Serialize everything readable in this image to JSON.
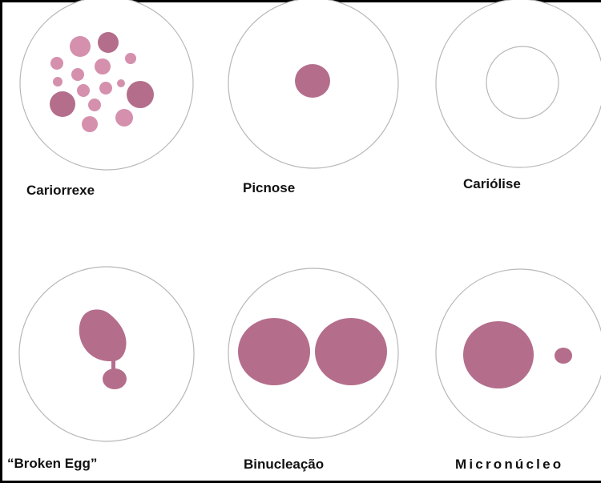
{
  "figure": {
    "panels": [
      {
        "id": "cariorrexe",
        "label": "Cariorrexe"
      },
      {
        "id": "picnose",
        "label": "Picnose"
      },
      {
        "id": "cariolise",
        "label": "Cariólise"
      },
      {
        "id": "broken-egg",
        "label": "“Broken Egg”"
      },
      {
        "id": "binucleacao",
        "label": "Binucleação"
      },
      {
        "id": "micronucleo",
        "label": "Micronúcleo"
      }
    ],
    "colors": {
      "cell_outline": "#b8b8b8",
      "nucleus_dark": "#b46e8c",
      "nucleus_light": "#d590ad",
      "frame": "#000000"
    }
  }
}
